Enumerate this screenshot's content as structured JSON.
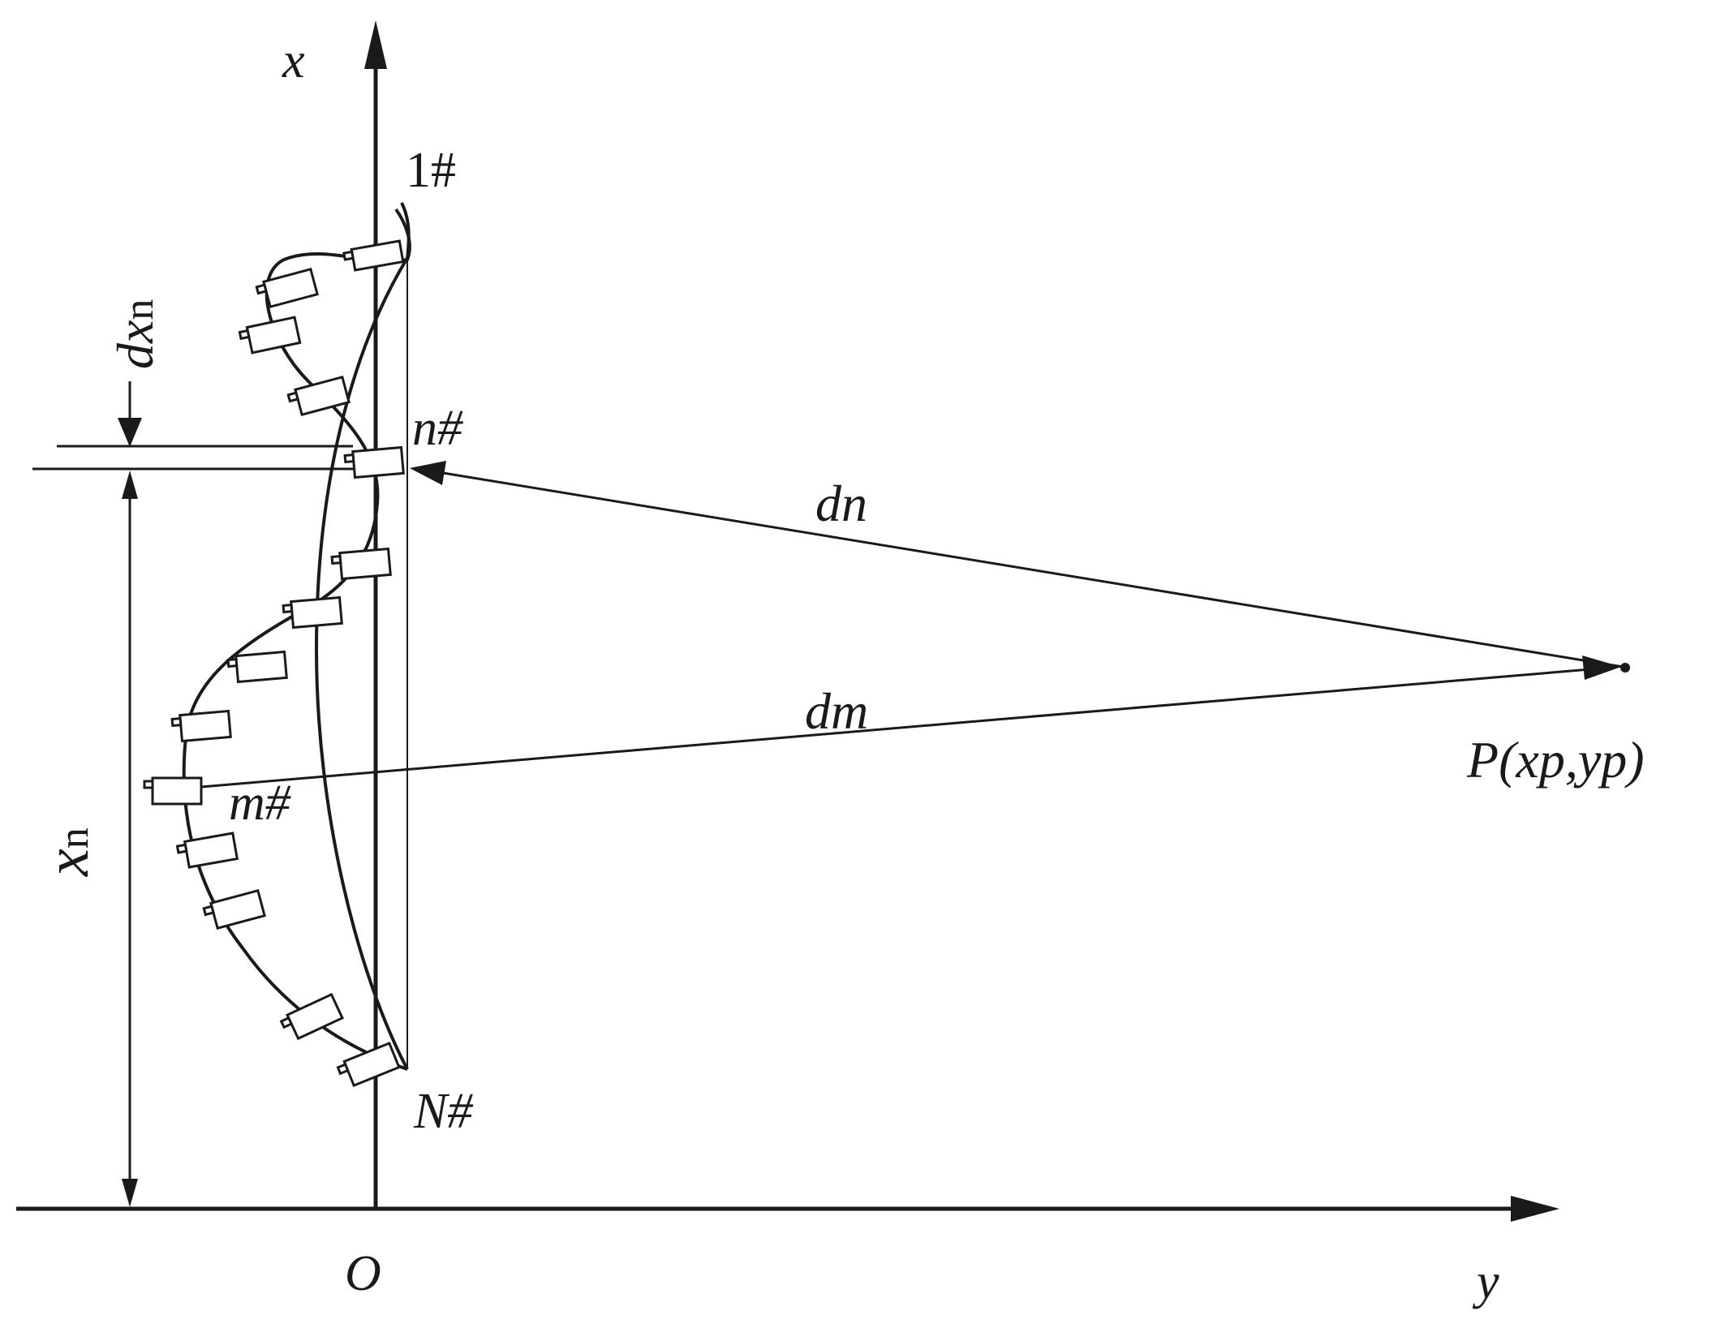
{
  "labels": {
    "x_axis": "x",
    "y_axis": "y",
    "origin": "O",
    "first_support": "1#",
    "nth_support": "n#",
    "mth_support": "m#",
    "last_support": "N#",
    "dn": "dn",
    "dm": "dm",
    "dx_n": "dx",
    "dx_n_sub": "n",
    "x_n": "x",
    "x_n_sub": "n",
    "point_p": "P(xp,yp)"
  }
}
